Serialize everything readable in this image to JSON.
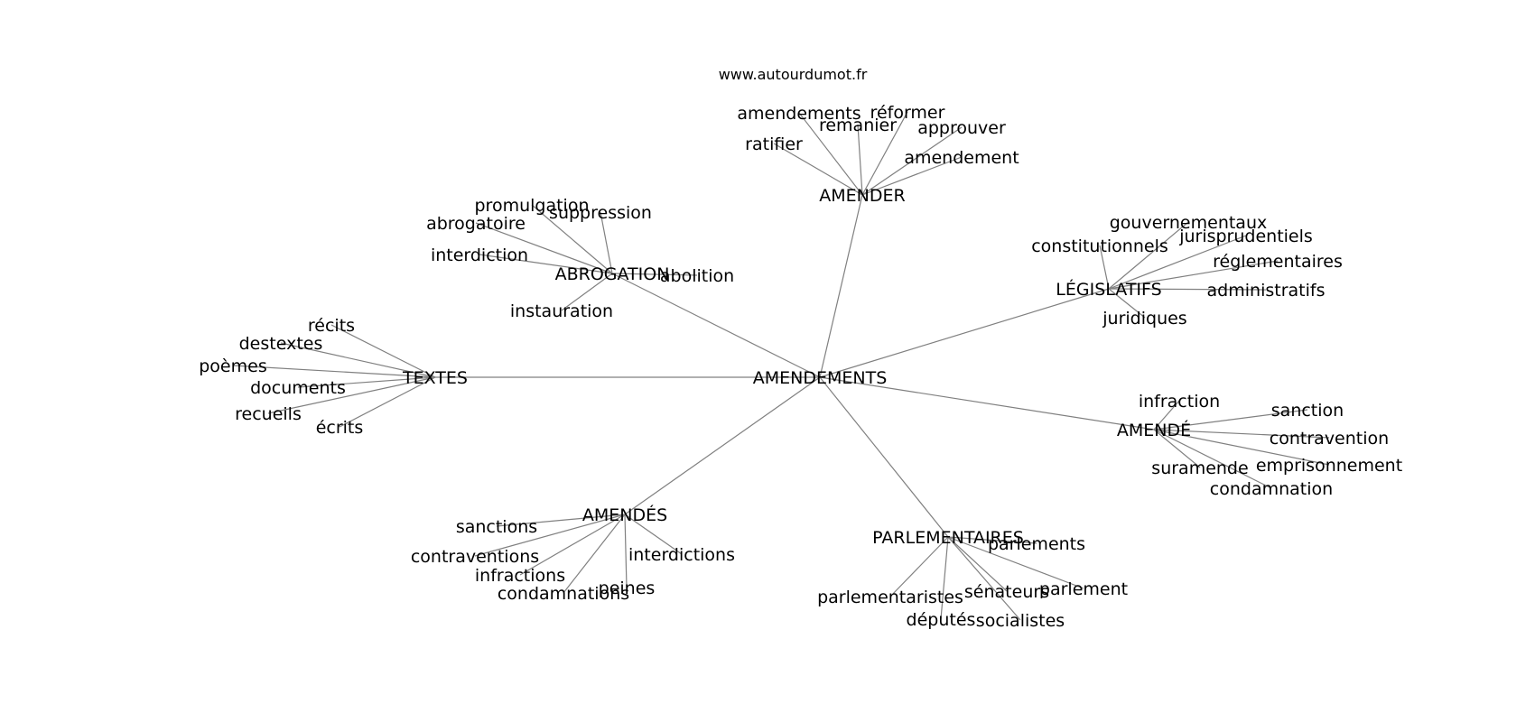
{
  "source": "www.autourdumot.fr",
  "graph": {
    "center": "AMENDEMENTS",
    "clusters": [
      {
        "hub": "AMENDER",
        "words": [
          "amendements",
          "réformer",
          "remanier",
          "approuver",
          "ratifier",
          "amendement"
        ]
      },
      {
        "hub": "ABROGATION",
        "words": [
          "promulgation",
          "suppression",
          "abrogatoire",
          "interdiction",
          "abolition",
          "instauration"
        ]
      },
      {
        "hub": "LÉGISLATIFS",
        "words": [
          "gouvernementaux",
          "jurisprudentiels",
          "constitutionnels",
          "réglementaires",
          "administratifs",
          "juridiques"
        ]
      },
      {
        "hub": "TEXTES",
        "words": [
          "récits",
          "destextes",
          "poèmes",
          "documents",
          "recueils",
          "écrits"
        ]
      },
      {
        "hub": "AMENDÉ",
        "words": [
          "infraction",
          "sanction",
          "contravention",
          "emprisonnement",
          "suramende",
          "condamnation"
        ]
      },
      {
        "hub": "AMENDÉS",
        "words": [
          "sanctions",
          "contraventions",
          "infractions",
          "condamnations",
          "peines",
          "interdictions"
        ]
      },
      {
        "hub": "PARLEMENTAIRES",
        "words": [
          "parlements",
          "parlementaristes",
          "sénateurs",
          "parlement",
          "députés",
          "socialistes"
        ]
      }
    ]
  }
}
